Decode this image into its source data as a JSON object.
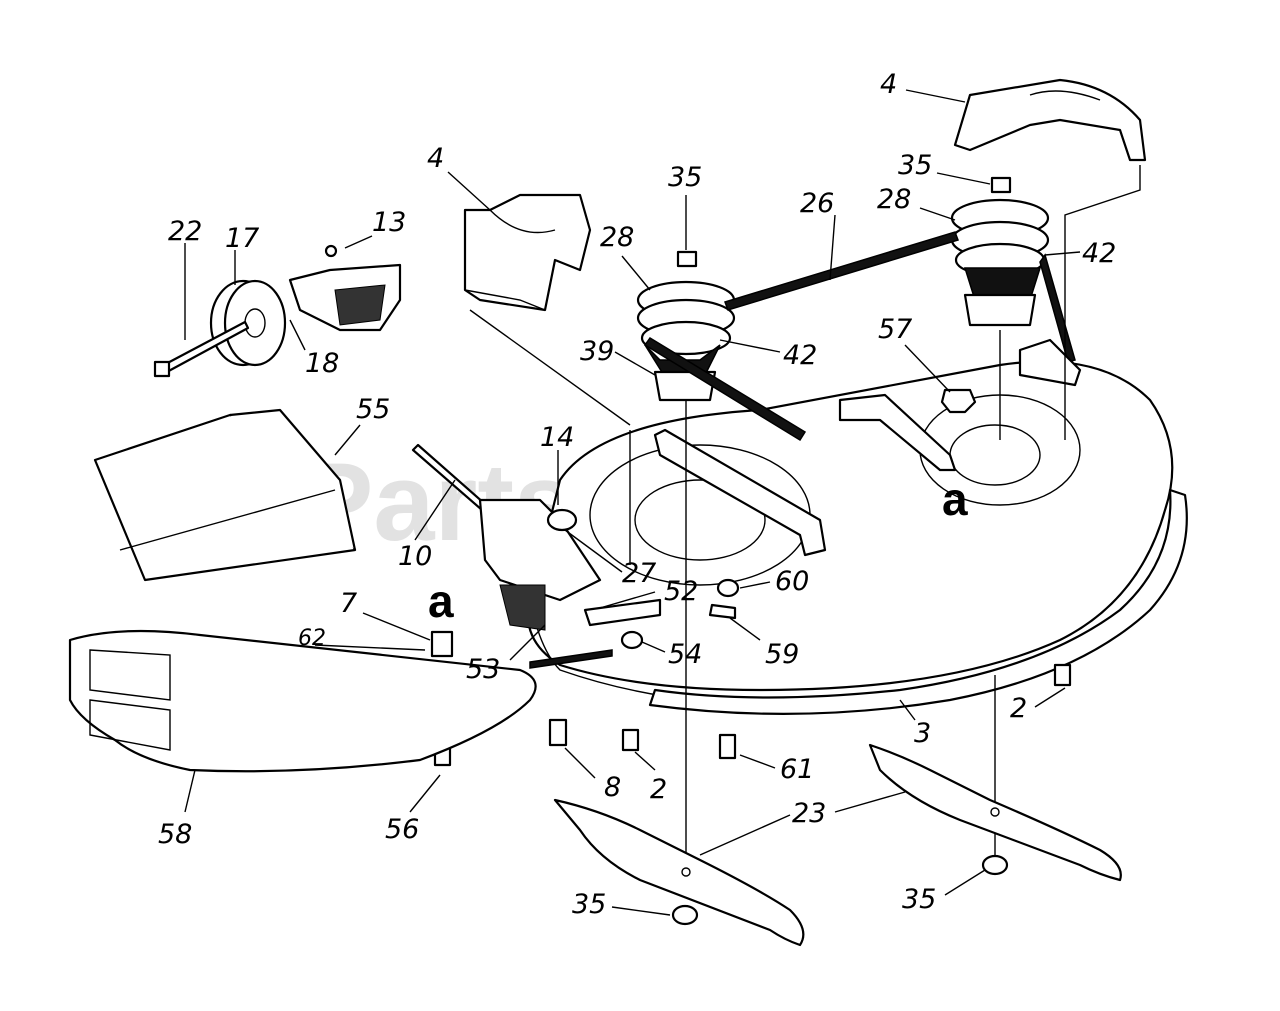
{
  "watermark": "PartsTree",
  "reference_letter": "a",
  "callouts": {
    "c4_left": "4",
    "c4_right": "4",
    "c35_left_top": "35",
    "c35_right_top": "35",
    "c28_left": "28",
    "c28_right": "28",
    "c26": "26",
    "c42_left": "42",
    "c42_right": "42",
    "c39": "39",
    "c57": "57",
    "c22": "22",
    "c17": "17",
    "c13": "13",
    "c18": "18",
    "c55": "55",
    "c14": "14",
    "c10": "10",
    "c27": "27",
    "c52": "52",
    "c60": "60",
    "c7": "7",
    "c62": "62",
    "c53": "53",
    "c54": "54",
    "c59": "59",
    "c2_center": "2",
    "c2_right": "2",
    "c3": "3",
    "c8": "8",
    "c61": "61",
    "c23": "23",
    "c58": "58",
    "c56": "56",
    "c35_bottom_left": "35",
    "c35_bottom_right": "35"
  }
}
